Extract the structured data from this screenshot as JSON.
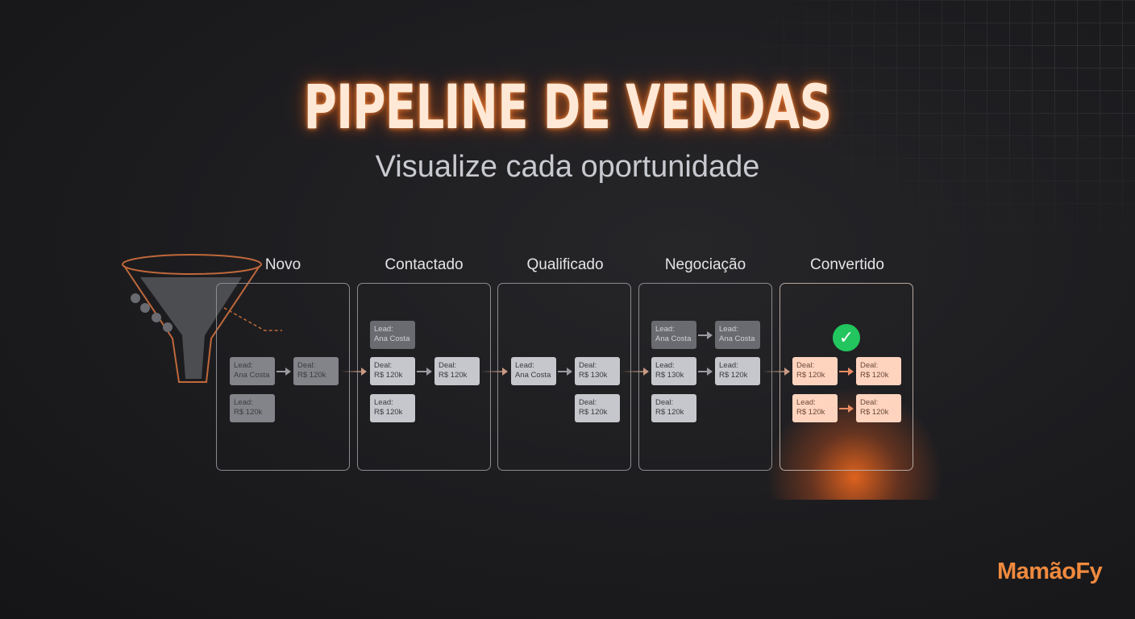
{
  "title": "PIPELINE DE VENDAS",
  "subtitle": "Visualize cada oportunidade",
  "brand": {
    "name": "MamãoFy",
    "color": "#f08a3e"
  },
  "colors": {
    "accent": "#ff7a2e",
    "success": "#22c55e"
  },
  "stages": [
    {
      "label": "Novo"
    },
    {
      "label": "Contactado"
    },
    {
      "label": "Qualificado"
    },
    {
      "label": "Negociação"
    },
    {
      "label": "Convertido"
    }
  ],
  "cards": {
    "novo": [
      {
        "l1": "Lead:",
        "l2": "Ana Costa"
      },
      {
        "l1": "Deal:",
        "l2": "R$ 120k"
      },
      {
        "l1": "Lead:",
        "l2": "R$ 120k"
      }
    ],
    "contactado": [
      {
        "l1": "Lead:",
        "l2": "Ana Costa"
      },
      {
        "l1": "Deal:",
        "l2": "R$ 120k"
      },
      {
        "l1": "Deal:",
        "l2": "R$ 120k"
      },
      {
        "l1": "Lead:",
        "l2": "R$ 120k"
      }
    ],
    "qualificado": [
      {
        "l1": "Lead:",
        "l2": "Ana Costa"
      },
      {
        "l1": "Deal:",
        "l2": "R$ 130k"
      },
      {
        "l1": "Deal:",
        "l2": "R$ 120k"
      }
    ],
    "negociacao": [
      {
        "l1": "Lead:",
        "l2": "Ana Costa"
      },
      {
        "l1": "Lead:",
        "l2": "Ana Costa"
      },
      {
        "l1": "Lead:",
        "l2": "R$ 130k"
      },
      {
        "l1": "Lead:",
        "l2": "R$ 120k"
      },
      {
        "l1": "Deal:",
        "l2": "R$ 120k"
      }
    ],
    "convertido": [
      {
        "l1": "Deal:",
        "l2": "R$ 120k"
      },
      {
        "l1": "Deal:",
        "l2": "R$ 120k"
      },
      {
        "l1": "Lead:",
        "l2": "R$ 120k"
      },
      {
        "l1": "Deal:",
        "l2": "R$ 120k"
      }
    ]
  },
  "icons": {
    "funnel": "funnel-icon",
    "check": "check-circle-icon"
  }
}
